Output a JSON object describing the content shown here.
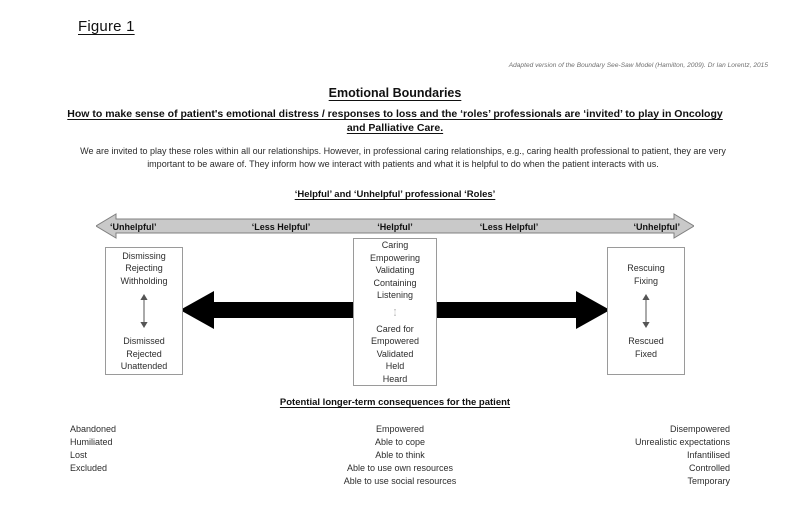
{
  "figure": {
    "label": "Figure 1",
    "attribution": "Adapted version of the Boundary See-Saw Model (Hamilton, 2009).  Dr Ian Lorentz, 2015"
  },
  "headings": {
    "main_title": "Emotional Boundaries",
    "subtitle_line1": "How to make sense of patient's emotional distress / responses to loss and the ‘roles’ professionals are ‘invited’ to play in Oncology",
    "subtitle_line2": "and Palliative Care.",
    "roles_heading": "‘Helpful’ and ‘Unhelpful’ professional ‘Roles’",
    "consequences_heading": "Potential longer-term consequences for the patient"
  },
  "body": {
    "paragraph": "We are invited to play these roles within all our relationships. However, in professional caring relationships, e.g., caring health professional to patient, they are very important to be aware of. They inform how we interact with patients and what it is helpful to do when the patient interacts with us."
  },
  "spectrum": {
    "labels": [
      "‘Unhelpful’",
      "‘Less Helpful’",
      "‘Helpful’",
      "‘Less Helpful’",
      "‘Unhelpful’"
    ],
    "bar_fill": "#c9c9c9",
    "bar_stroke": "#808080"
  },
  "roles": {
    "left": {
      "professional": "Dismissing\nRejecting\nWithholding",
      "patient": "Dismissed\nRejected\nUnattended"
    },
    "middle": {
      "professional": "Caring\nEmpowering\nValidating\nContaining\nListening",
      "patient": "Cared for\nEmpowered\nValidated\nHeld\nHeard"
    },
    "right": {
      "professional": "Rescuing\nFixing",
      "patient": "Rescued\nFixed"
    }
  },
  "consequences": {
    "left": "Abandoned\nHumiliated\nLost\nExcluded",
    "centre": "Empowered\nAble to cope\nAble to think\nAble to use own resources\nAble to use social resources",
    "right": "Disempowered\nUnrealistic expectations\nInfantilised\nControlled\nTemporary"
  }
}
